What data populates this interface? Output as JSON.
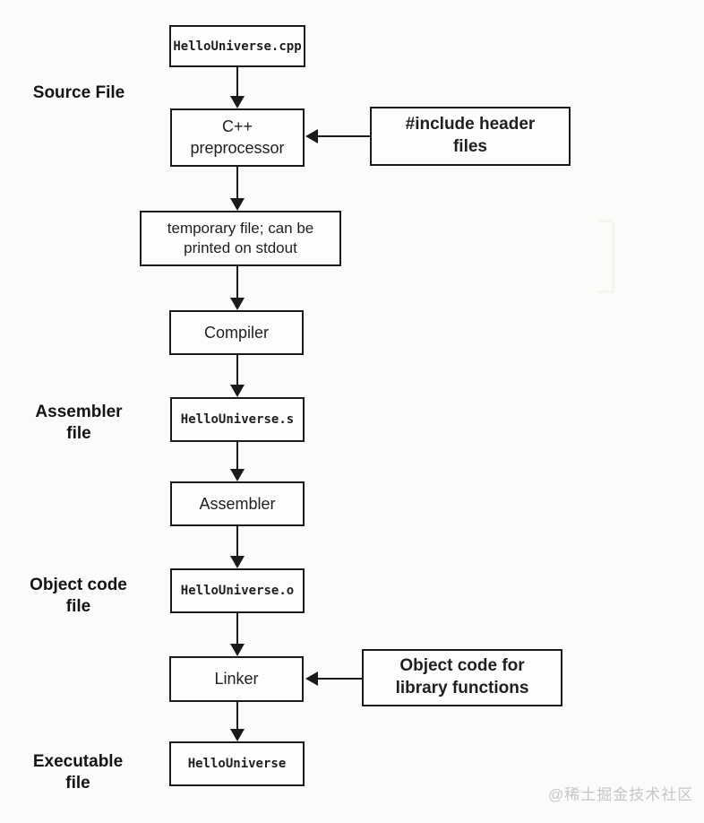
{
  "colors": {
    "line": "#1a1a1a",
    "box_border": "#1a1a1a",
    "background": "#fbfbfa",
    "watermark": "#c6c6c6"
  },
  "diagram": {
    "title": "C++ compilation pipeline flowchart",
    "side_labels": {
      "source": "Source File",
      "assembler": "Assembler\nfile",
      "object": "Object code\nfile",
      "executable": "Executable\nfile"
    },
    "nodes": {
      "source_file": "HelloUniverse.cpp",
      "preprocessor": "C++\npreprocessor",
      "include_header": "#include header\nfiles",
      "temp_file": "temporary file; can be\nprinted on stdout",
      "compiler": "Compiler",
      "assembler_file": "HelloUniverse.s",
      "assembler": "Assembler",
      "object_file": "HelloUniverse.o",
      "linker": "Linker",
      "lib_object": "Object code for\nlibrary functions",
      "executable": "HelloUniverse"
    },
    "watermark": "@稀土掘金技术社区"
  }
}
